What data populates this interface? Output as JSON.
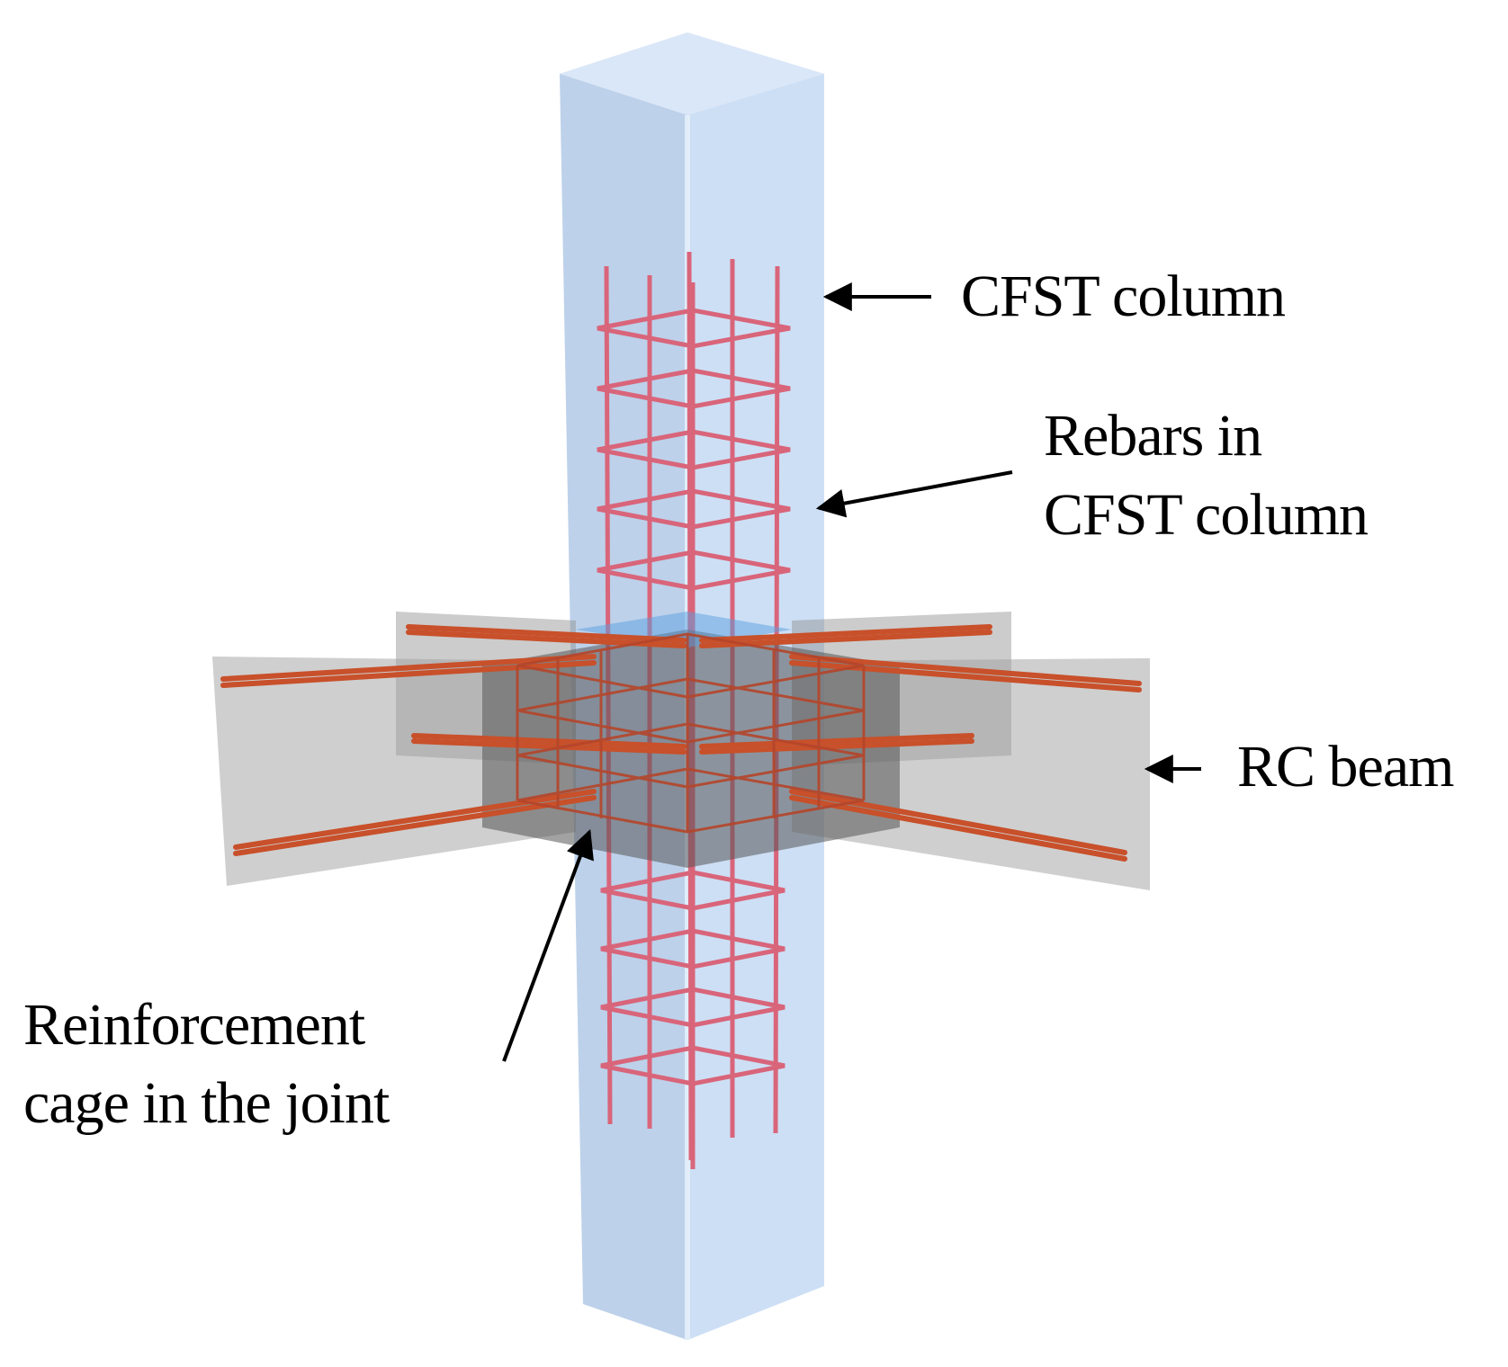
{
  "labels": {
    "cfst_column": "CFST column",
    "rebars_line1": "Rebars in",
    "rebars_line2": "CFST column",
    "rc_beam": "RC beam",
    "cage_line1": "Reinforcement",
    "cage_line2": "cage in the joint"
  },
  "colors": {
    "column_fill": "#a9c6ea",
    "column_edge": "#bcd6f5",
    "beam_fill": "#9a9a9a",
    "rebar_column": "#d9657a",
    "rebar_beam": "#c8502a",
    "arrow": "#000000"
  }
}
